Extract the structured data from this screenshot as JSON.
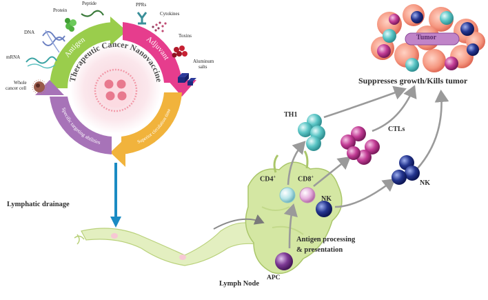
{
  "wheel": {
    "center_title": "Therapeutic Cancer Nanovaccine",
    "segments": {
      "antigen": "Antigen",
      "adjuvant": "Adjuvant",
      "specific": "Specific targeting abilities",
      "superior": "Superior circulation time"
    }
  },
  "antigen_items": {
    "protein": "Protein",
    "peptide": "Peptide",
    "dna": "DNA",
    "mrna": "mRNA",
    "whole_cell": [
      "Whole",
      "cancer cell"
    ]
  },
  "adjuvant_items": {
    "pprs": "PPRs",
    "cytokines": "Cytokines",
    "toxins": "Toxins",
    "aluminum": [
      "Aluminum",
      "salts"
    ]
  },
  "labels": {
    "lymphatic_drainage": "Lymphatic drainage",
    "lymph_node": "Lymph Node",
    "apc": "APC",
    "cd4": "CD4",
    "cd8": "CD8",
    "cd_sup": "+",
    "nk_node": "NK",
    "nk_out": "NK",
    "th1": "TH1",
    "ctls": "CTLs",
    "antigen_processing": [
      "Antigen processing",
      "& presentation"
    ],
    "suppresses": "Suppresses growth/Kills tumor",
    "tumor": "Tumor"
  },
  "colors": {
    "antigen": "#9acd4c",
    "adjuvant": "#e63d8d",
    "superior": "#f1b33c",
    "specific": "#a773b8",
    "th1": "#5bc6c6",
    "ctl": "#c23c95",
    "nk": "#1f2f8a",
    "apc": "#7d3a94",
    "node": "#d4e7a3",
    "arrow": "#9a9a9a",
    "drain_arrow": "#1a8bc3"
  }
}
